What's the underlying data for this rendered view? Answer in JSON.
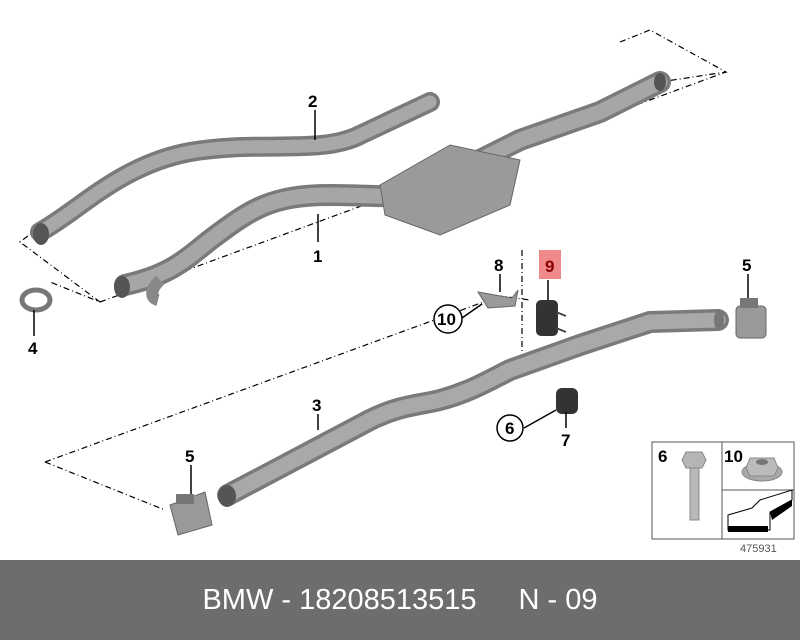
{
  "diagram": {
    "callouts": {
      "p1": "1",
      "p2": "2",
      "p3": "3",
      "p4": "4",
      "p5a": "5",
      "p5b": "5",
      "p6": "6",
      "p7": "7",
      "p8": "8",
      "p9": "9",
      "p10": "10"
    },
    "highlight_color": "#f08a8a",
    "legend": {
      "bolt_label": "6",
      "nut_label": "10",
      "image_number": "475931"
    }
  },
  "footer": {
    "brand_part": "BMW - 18208513515",
    "variant": "N - 09"
  }
}
